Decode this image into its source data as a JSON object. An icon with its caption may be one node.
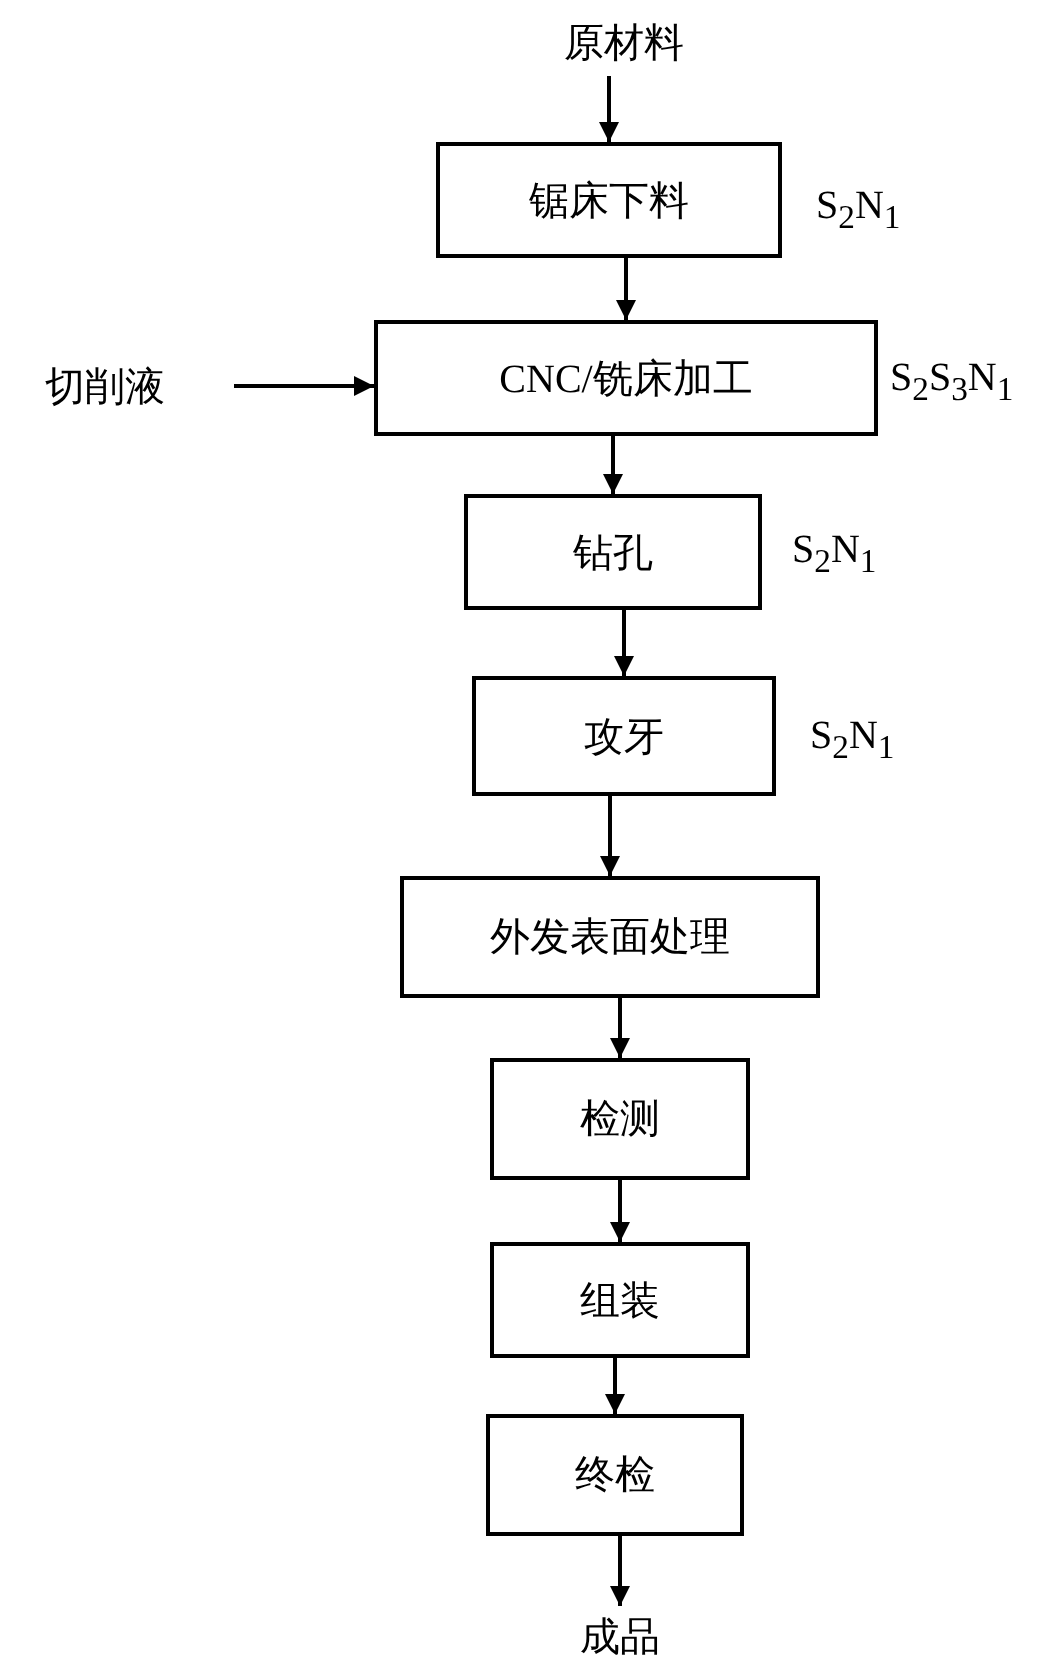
{
  "diagram": {
    "nodes": [
      {
        "text": [
          "原材料"
        ]
      },
      {
        "text": [
          "锯床下料"
        ],
        "beside": [
          "S$_{2}$N$_{1}$"
        ]
      },
      {
        "text": [
          "切削液"
        ]
      },
      {
        "text": [
          "CNC/铣床加工"
        ],
        "beside": [
          "S$_{2}$S$_{3}$N$_{1}$"
        ]
      },
      {
        "text": [
          "钻孔"
        ],
        "beside": [
          "S$_{2}$N$_{1}$"
        ]
      },
      {
        "text": [
          "攻牙"
        ],
        "beside": [
          "S$_{2}$N$_{1}$"
        ]
      },
      {
        "text": [
          "外发表面处理"
        ]
      },
      {
        "text": [
          "检测"
        ]
      },
      {
        "text": [
          "组装"
        ]
      },
      {
        "text": [
          "终检"
        ]
      },
      {
        "text": [
          "成品"
        ]
      }
    ],
    "edges": [
      {
        "from": 0,
        "to": 1,
        "arrow": "to"
      },
      {
        "from": 1,
        "to": 3,
        "arrow": "to"
      },
      {
        "from": 2,
        "to": 3,
        "arrow": "to"
      },
      {
        "from": 3,
        "to": 4,
        "arrow": "to"
      },
      {
        "from": 4,
        "to": 5,
        "arrow": "to"
      },
      {
        "from": 5,
        "to": 6,
        "arrow": "to"
      },
      {
        "from": 6,
        "to": 7,
        "arrow": "to"
      },
      {
        "from": 7,
        "to": 8,
        "arrow": "to"
      },
      {
        "from": 8,
        "to": 9,
        "arrow": "to"
      },
      {
        "from": 9,
        "to": 10,
        "arrow": "to"
      }
    ]
  }
}
